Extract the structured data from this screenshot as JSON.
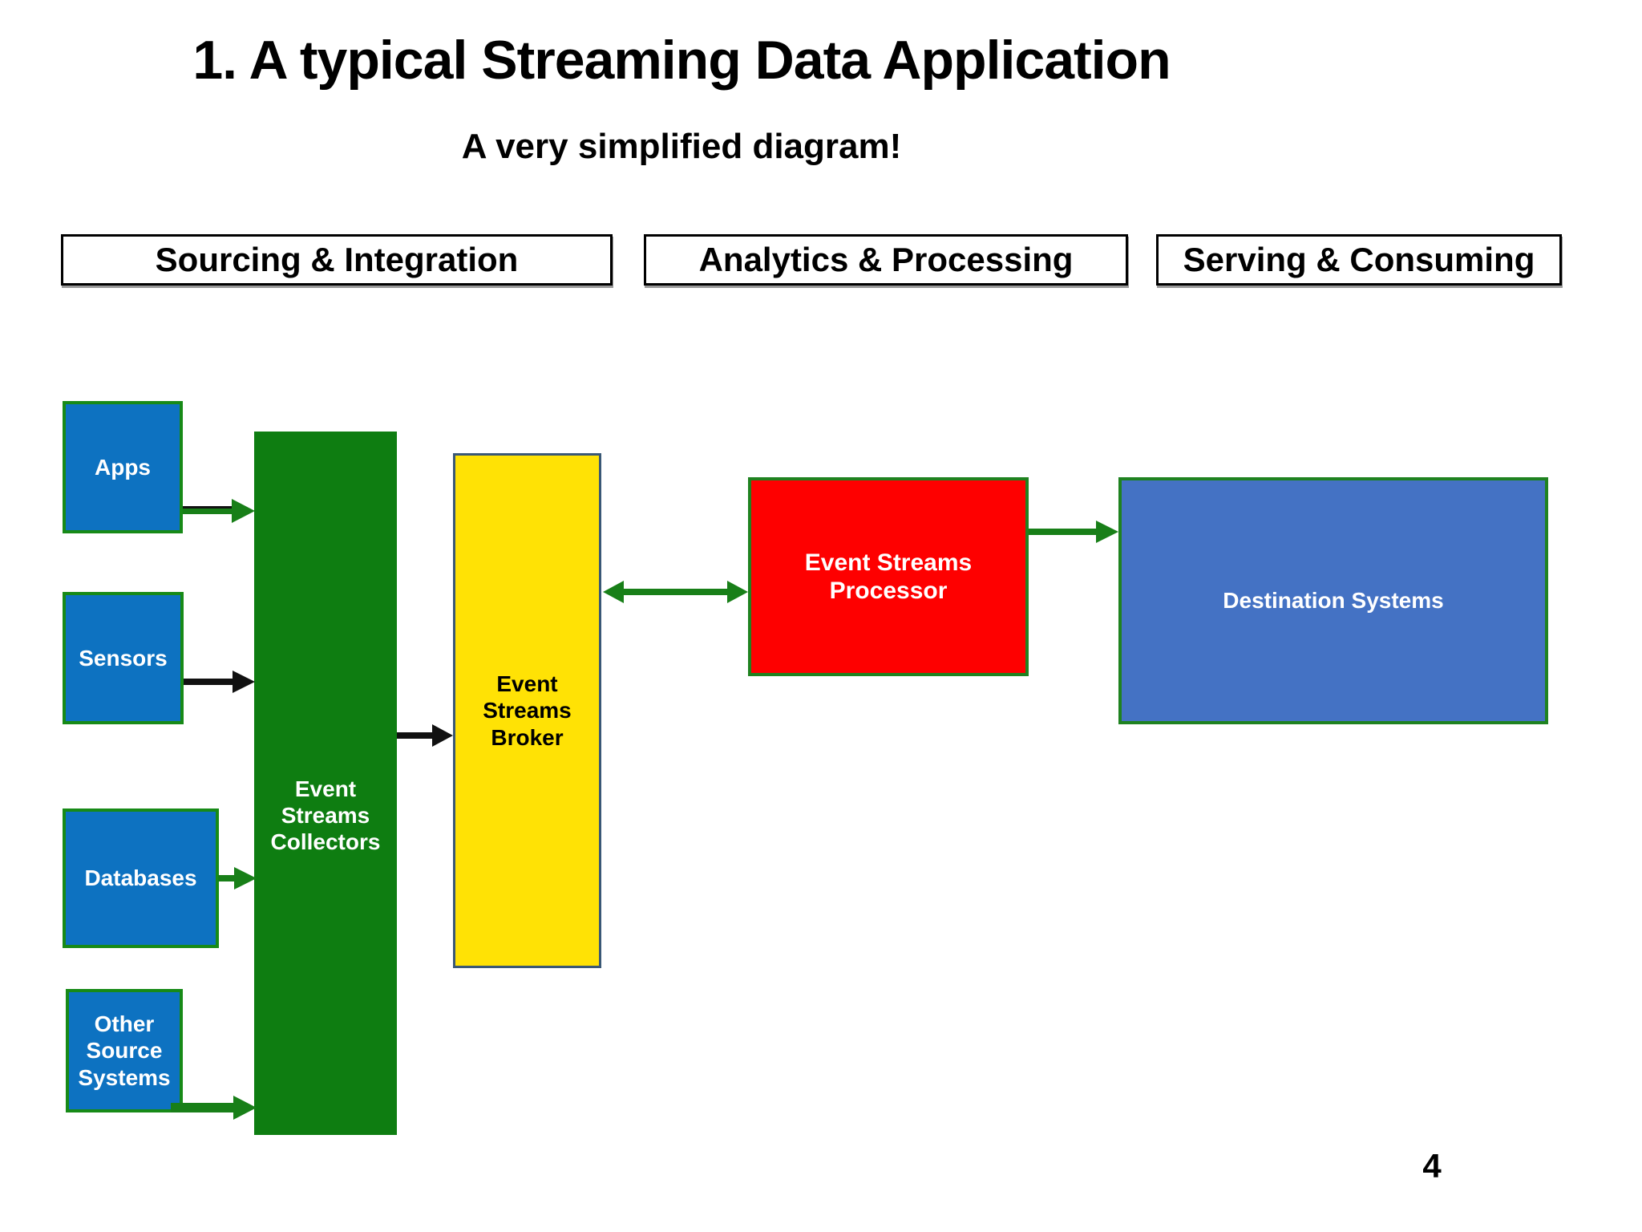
{
  "slide": {
    "title": "1. A typical Streaming Data Application",
    "subtitle": "A very simplified diagram!",
    "page_number": "4"
  },
  "lanes": [
    {
      "label": "Sourcing & Integration"
    },
    {
      "label": "Analytics & Processing"
    },
    {
      "label": "Serving & Consuming"
    }
  ],
  "nodes": {
    "apps": {
      "label": "Apps",
      "fill": "#0D72C1",
      "border": "#178A17",
      "text_color": "#FFFFFF"
    },
    "sensors": {
      "label": "Sensors",
      "fill": "#0D72C1",
      "border": "#178A17",
      "text_color": "#FFFFFF"
    },
    "databases": {
      "label": "Databases",
      "fill": "#0D72C1",
      "border": "#178A17",
      "text_color": "#FFFFFF"
    },
    "other_sources": {
      "label": "Other Source Systems",
      "fill": "#0D72C1",
      "border": "#178A17",
      "text_color": "#FFFFFF"
    },
    "collectors": {
      "label": "Event Streams Collectors",
      "fill": "#0E7D11",
      "border": "none",
      "text_color": "#FFFFFF"
    },
    "broker": {
      "label": "Event Streams Broker",
      "fill": "#FFE205",
      "border": "#3A5876",
      "text_color": "#000000"
    },
    "processor": {
      "label": "Event Streams Processor",
      "fill": "#FE0000",
      "border": "#1F8220",
      "text_color": "#FFFFFF"
    },
    "destinations": {
      "label": "Destination Systems",
      "fill": "#4472C4",
      "border": "#1F8220",
      "text_color": "#FFFFFF"
    }
  },
  "edges": [
    {
      "from": "apps",
      "to": "collectors",
      "color": "#187F18",
      "style": "green arrow with thin black line",
      "direction": "right"
    },
    {
      "from": "sensors",
      "to": "collectors",
      "color": "#111111",
      "style": "black arrow",
      "direction": "right"
    },
    {
      "from": "databases",
      "to": "collectors",
      "color": "#187F18",
      "style": "green arrow",
      "direction": "right"
    },
    {
      "from": "other_sources",
      "to": "collectors",
      "color": "#187F18",
      "style": "green arrow",
      "direction": "right"
    },
    {
      "from": "collectors",
      "to": "broker",
      "color": "#111111",
      "style": "black arrow",
      "direction": "right"
    },
    {
      "from": "broker",
      "to": "processor",
      "color": "#187F18",
      "style": "green arrow",
      "direction": "both"
    },
    {
      "from": "processor",
      "to": "destinations",
      "color": "#187F18",
      "style": "green arrow",
      "direction": "right"
    }
  ],
  "colors": {
    "background": "#FFFFFF",
    "lane_header_bg": "#FFFFFF",
    "lane_header_border": "#000000",
    "arrow_green": "#187F18",
    "arrow_black": "#111111"
  }
}
